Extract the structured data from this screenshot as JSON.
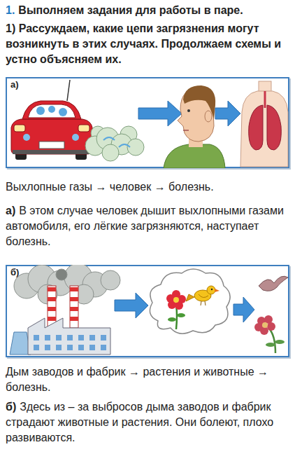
{
  "diagram": {
    "title": "Выполняем задания для работы в паре.",
    "nodes": [
      {
        "text": [
          "а)"
        ]
      },
      {
        "text": [
          "б)"
        ]
      }
    ],
    "labels": [
      "1.",
      "1) Рассуждаем, какие цепи загрязнения могут возникнуть в этих случаях. Продолжаем схемы и устно объясняем их.",
      "Выхлопные газы → человек → болезнь.",
      "а)",
      "В этом случае человек дышит выхлопными газами автомобиля, его лёгкие загрязняются, наступает болезнь.",
      "Дым заводов и фабрик → растения и животные → болезнь.",
      "б)",
      "Здесь из – за выбросов дыма заводов и фабрик страдают животные и растения. Они болеют, плохо развиваются."
    ]
  }
}
